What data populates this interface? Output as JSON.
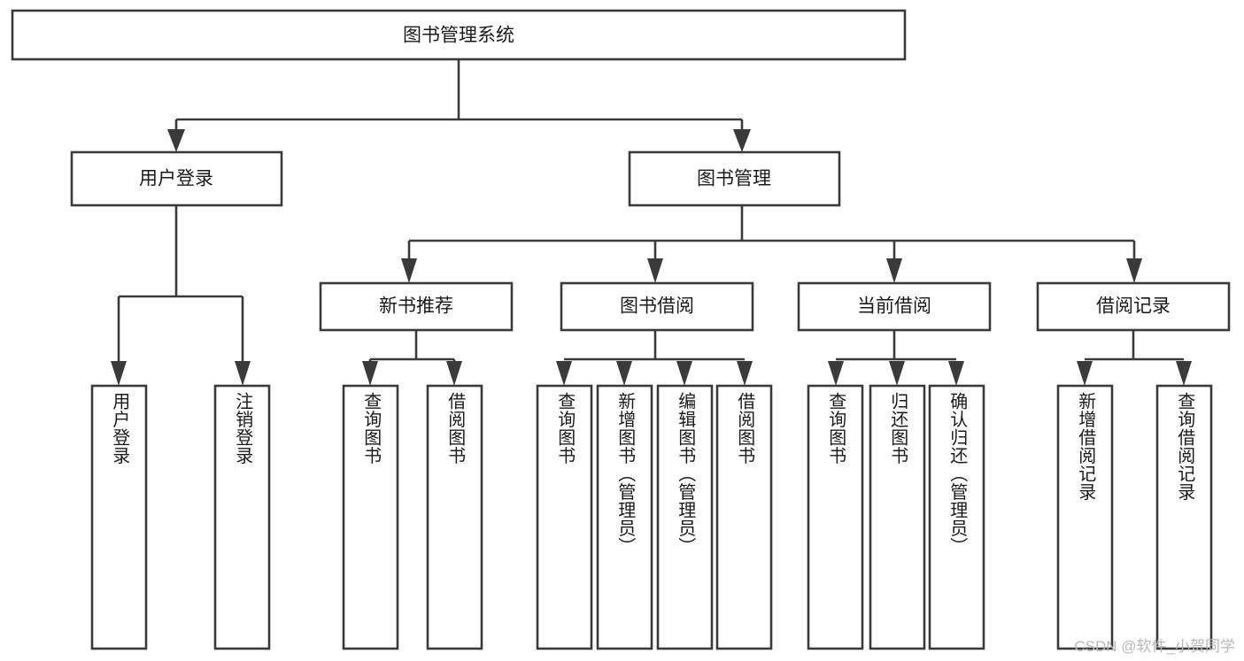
{
  "diagram": {
    "title": "图书管理系统",
    "type": "tree-hierarchy",
    "colors": {
      "stroke": "#3a3a3a",
      "fill": "#ffffff",
      "text": "#1a1a1a",
      "background": "#ffffff",
      "watermark": "#b8b8b8"
    },
    "root": {
      "label": "图书管理系统"
    },
    "level2": [
      {
        "label": "用户登录"
      },
      {
        "label": "图书管理"
      }
    ],
    "level3": [
      {
        "label": "新书推荐"
      },
      {
        "label": "图书借阅"
      },
      {
        "label": "当前借阅"
      },
      {
        "label": "借阅记录"
      }
    ],
    "leaves": {
      "user_login": [
        {
          "label": "用户登录"
        },
        {
          "label": "注销登录"
        }
      ],
      "new_book_recommend": [
        {
          "label": "查询图书"
        },
        {
          "label": "借阅图书"
        }
      ],
      "book_borrow": [
        {
          "label": "查询图书"
        },
        {
          "label": "新增图书（管理员）"
        },
        {
          "label": "编辑图书（管理员）"
        },
        {
          "label": "借阅图书"
        }
      ],
      "current_borrow": [
        {
          "label": "查询图书"
        },
        {
          "label": "归还图书"
        },
        {
          "label": "确认归还（管理员）"
        }
      ],
      "borrow_record": [
        {
          "label": "新增借阅记录"
        },
        {
          "label": "查询借阅记录"
        }
      ]
    }
  },
  "watermark": {
    "text": "CSDN @软件_小贺同学"
  }
}
